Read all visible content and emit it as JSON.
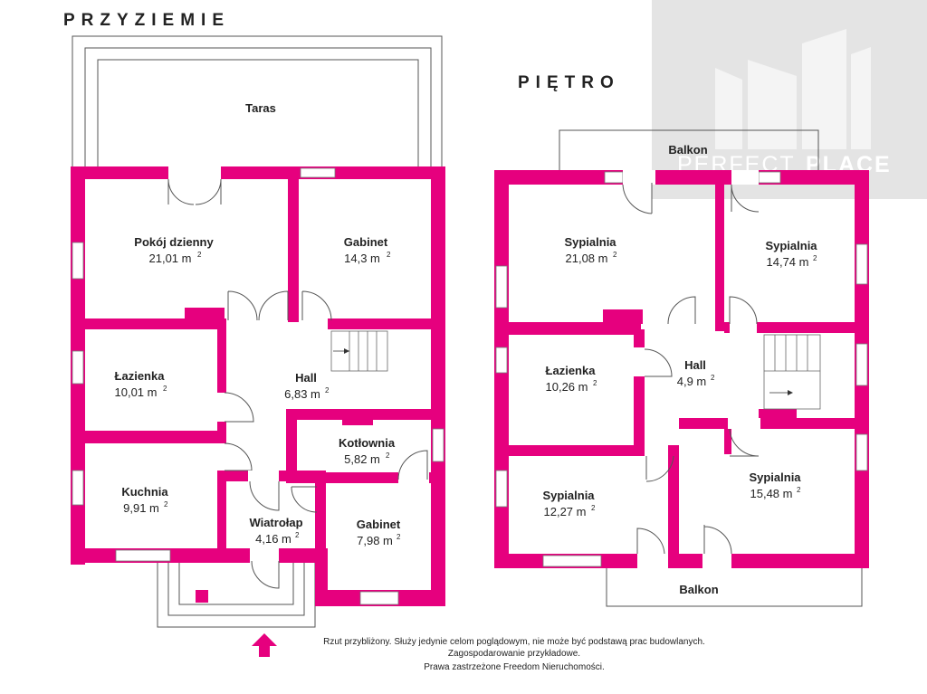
{
  "floors": {
    "ground": {
      "title": "PRZYZIEMIE",
      "rooms": [
        {
          "id": "taras",
          "name": "Taras",
          "area": ""
        },
        {
          "id": "pokoj-dzienny",
          "name": "Pokój dzienny",
          "area": "21,01 m"
        },
        {
          "id": "gabinet-1",
          "name": "Gabinet",
          "area": "14,3 m"
        },
        {
          "id": "lazienka",
          "name": "Łazienka",
          "area": "10,01 m"
        },
        {
          "id": "hall",
          "name": "Hall",
          "area": "6,83 m"
        },
        {
          "id": "kotlownia",
          "name": "Kotłownia",
          "area": "5,82 m"
        },
        {
          "id": "kuchnia",
          "name": "Kuchnia",
          "area": "9,91 m"
        },
        {
          "id": "wiatrolap",
          "name": "Wiatrołap",
          "area": "4,16 m"
        },
        {
          "id": "gabinet-2",
          "name": "Gabinet",
          "area": "7,98 m"
        }
      ]
    },
    "upper": {
      "title": "PIĘTRO",
      "rooms": [
        {
          "id": "balkon-top",
          "name": "Balkon",
          "area": ""
        },
        {
          "id": "sypialnia-1",
          "name": "Sypialnia",
          "area": "21,08 m"
        },
        {
          "id": "sypialnia-2",
          "name": "Sypialnia",
          "area": "14,74 m"
        },
        {
          "id": "lazienka",
          "name": "Łazienka",
          "area": "10,26 m"
        },
        {
          "id": "hall",
          "name": "Hall",
          "area": "4,9 m"
        },
        {
          "id": "sypialnia-3",
          "name": "Sypialnia",
          "area": "12,27 m"
        },
        {
          "id": "sypialnia-4",
          "name": "Sypialnia",
          "area": "15,48 m"
        },
        {
          "id": "balkon-bottom",
          "name": "Balkon",
          "area": ""
        }
      ]
    }
  },
  "unit_exponent": "2",
  "watermark": {
    "light": "PERFECT",
    "bold": "PLACE"
  },
  "footer": {
    "line1": "Rzut przybliżony. Służy jedynie celom poglądowym, nie może być podstawą prac budowlanych.",
    "line2": "Zagospodarowanie przykładowe.",
    "line3": "Prawa zastrzeżone Freedom Nieruchomości."
  },
  "colors": {
    "wall": "#e6007e",
    "entrance_arrow": "#e6007e",
    "watermark_bg": "#e4e4e4"
  },
  "icons": {
    "entrance": "entrance-arrow-icon",
    "stairs": "stairs-icon"
  }
}
